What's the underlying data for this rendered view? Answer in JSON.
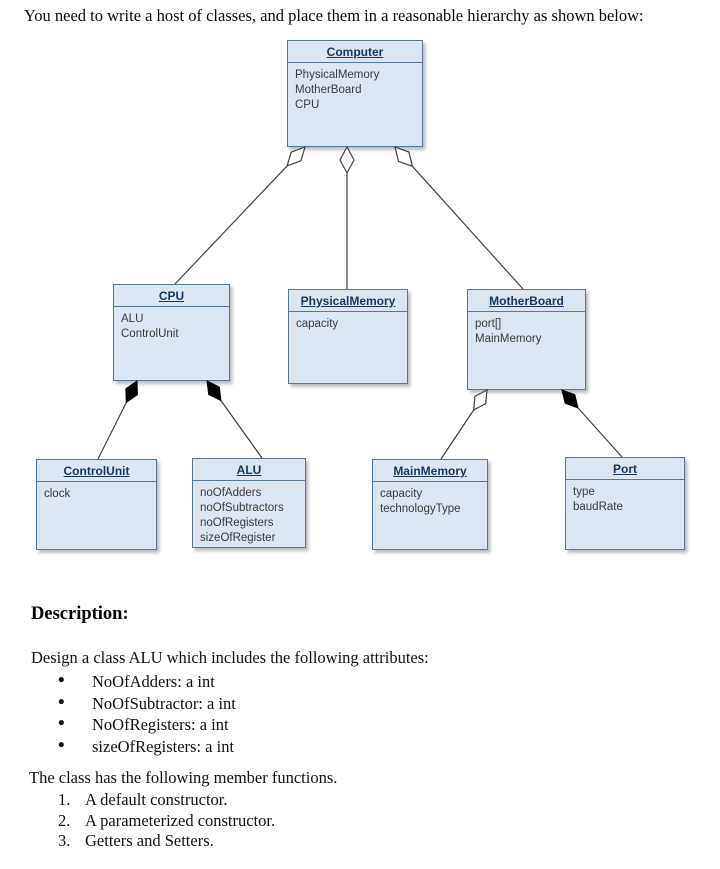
{
  "intro": "You need to write a host of classes, and place them in a reasonable hierarchy as shown below:",
  "diagram": {
    "classes": [
      {
        "id": "computer",
        "name": "Computer",
        "attributes": [
          "PhysicalMemory",
          "MotherBoard",
          "CPU"
        ]
      },
      {
        "id": "cpu",
        "name": "CPU",
        "attributes": [
          "ALU",
          "ControlUnit"
        ]
      },
      {
        "id": "physicalmemory",
        "name": "PhysicalMemory",
        "attributes": [
          "capacity"
        ]
      },
      {
        "id": "motherboard",
        "name": "MotherBoard",
        "attributes": [
          "port[]",
          "MainMemory"
        ]
      },
      {
        "id": "controlunit",
        "name": "ControlUnit",
        "attributes": [
          "clock"
        ]
      },
      {
        "id": "alu",
        "name": "ALU",
        "attributes": [
          "noOfAdders",
          "noOfSubtractors",
          "noOfRegisters",
          "sizeOfRegister"
        ]
      },
      {
        "id": "mainmemory",
        "name": "MainMemory",
        "attributes": [
          "capacity",
          "technologyType"
        ]
      },
      {
        "id": "port",
        "name": "Port",
        "attributes": [
          "type",
          "baudRate"
        ]
      }
    ],
    "relationships": [
      {
        "from": "Computer",
        "to": "CPU",
        "type": "aggregation"
      },
      {
        "from": "Computer",
        "to": "PhysicalMemory",
        "type": "aggregation"
      },
      {
        "from": "Computer",
        "to": "MotherBoard",
        "type": "aggregation"
      },
      {
        "from": "CPU",
        "to": "ControlUnit",
        "type": "composition"
      },
      {
        "from": "CPU",
        "to": "ALU",
        "type": "composition"
      },
      {
        "from": "MotherBoard",
        "to": "MainMemory",
        "type": "aggregation"
      },
      {
        "from": "MotherBoard",
        "to": "Port",
        "type": "composition"
      }
    ],
    "colors": {
      "box_fill": "#dce6f2",
      "box_border": "#54779c",
      "title_color": "#17375e",
      "attr_color": "#3a3a3a",
      "line_color": "#404040"
    }
  },
  "description": {
    "heading": "Description:",
    "intro": "Design a class ALU which includes the following attributes:",
    "bullets": [
      "NoOfAdders: a int",
      "NoOfSubtractor: a int",
      "NoOfRegisters: a int",
      "sizeOfRegisters: a int"
    ],
    "functions_intro": "The class has the following member functions.",
    "functions": [
      "A default constructor.",
      "A parameterized constructor.",
      "Getters and Setters."
    ]
  }
}
